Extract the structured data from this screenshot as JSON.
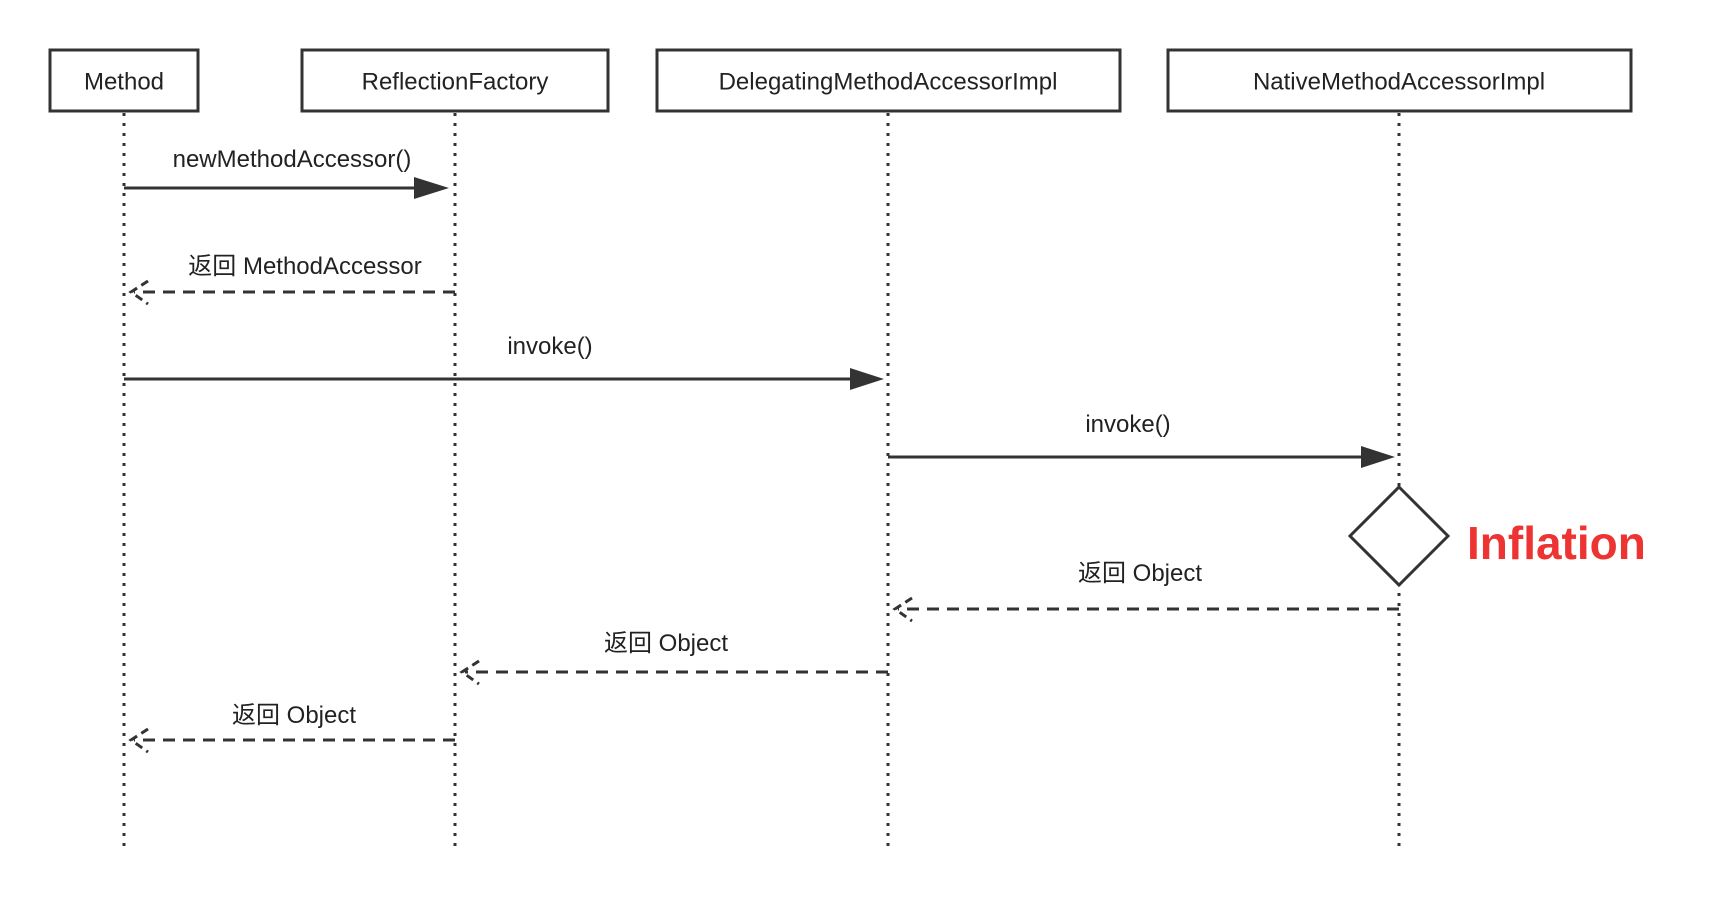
{
  "participants": [
    {
      "id": "method",
      "label": "Method"
    },
    {
      "id": "factory",
      "label": "ReflectionFactory"
    },
    {
      "id": "delegating",
      "label": "DelegatingMethodAccessorImpl"
    },
    {
      "id": "native",
      "label": "NativeMethodAccessorImpl"
    }
  ],
  "messages": [
    {
      "from": "method",
      "to": "factory",
      "label": "newMethodAccessor()",
      "style": "sync"
    },
    {
      "from": "factory",
      "to": "method",
      "label": "返回 MethodAccessor",
      "style": "return"
    },
    {
      "from": "method",
      "to": "delegating",
      "label": "invoke()",
      "style": "sync"
    },
    {
      "from": "delegating",
      "to": "native",
      "label": "invoke()",
      "style": "sync"
    },
    {
      "from": "native",
      "to": "delegating",
      "label": "返回 Object",
      "style": "return"
    },
    {
      "from": "delegating",
      "to": "factory",
      "label": "返回 Object",
      "style": "return"
    },
    {
      "from": "factory",
      "to": "method",
      "label": "返回 Object",
      "style": "return"
    }
  ],
  "annotation": {
    "label": "Inflation",
    "color": "#ee3333",
    "shape": "diamond-icon",
    "participant": "native"
  }
}
